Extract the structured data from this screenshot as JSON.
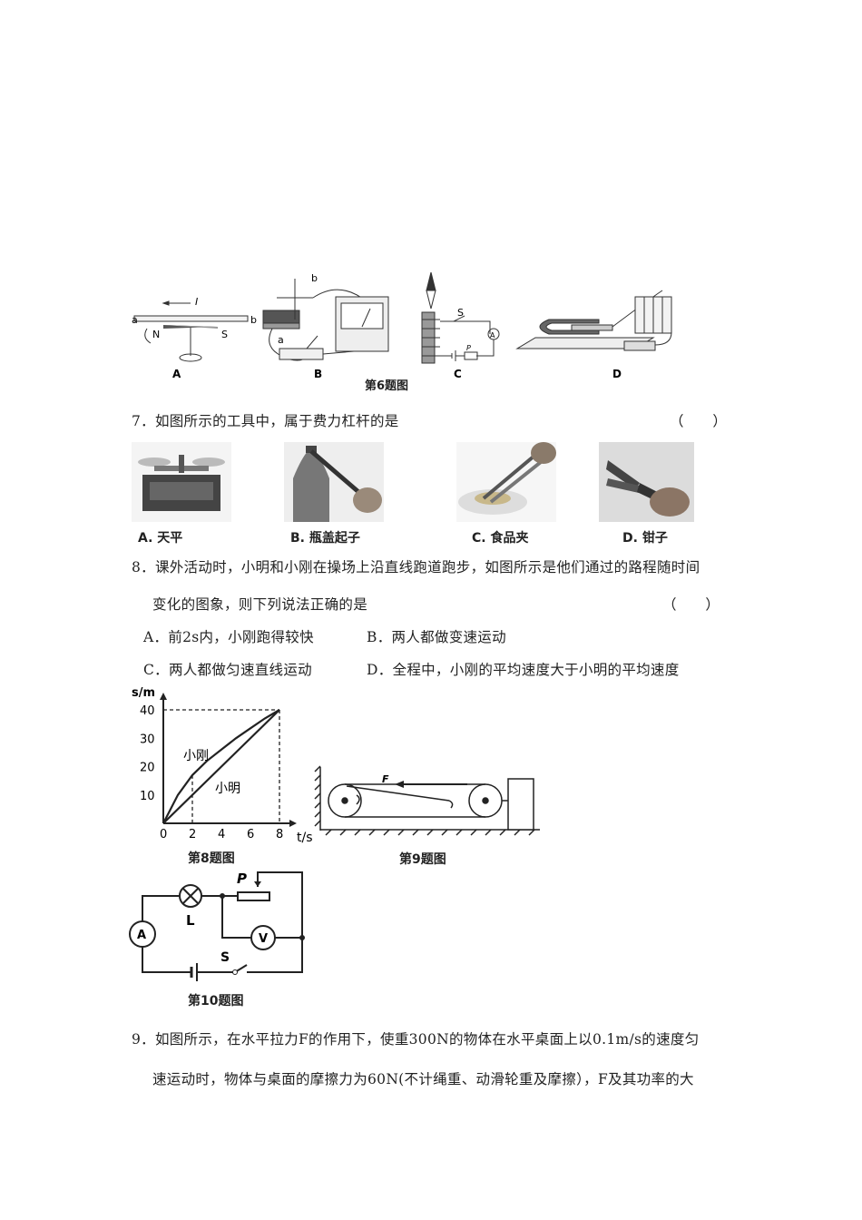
{
  "fig6": {
    "caption": "第6题图",
    "labels": [
      "A",
      "B",
      "C",
      "D"
    ],
    "a_marks": {
      "current": "I",
      "a": "a",
      "b": "b",
      "n": "N",
      "s": "S"
    },
    "b_marks": {
      "b": "b",
      "a": "a"
    },
    "c_marks": {
      "s": "S",
      "ammeter": "A",
      "p": "P"
    }
  },
  "q7": {
    "text": "7．如图所示的工具中，属于费力杠杆的是",
    "bracket": "（　　）",
    "options": [
      "A. 天平",
      "B. 瓶盖起子",
      "C. 食品夹",
      "D. 钳子"
    ]
  },
  "q8": {
    "line1": "8．课外活动时，小明和小刚在操场上沿直线跑道跑步，如图所示是他们通过的路程随时间",
    "line2": "变化的图象，则下列说法正确的是",
    "bracket": "（　　）",
    "optA": "A．前2s内，小刚跑得较快",
    "optB": "B．两人都做变速运动",
    "optC": "C．两人都做匀速直线运动",
    "optD": "D．全程中，小刚的平均速度大于小明的平均速度"
  },
  "chart_data": {
    "type": "line",
    "xlabel": "t/s",
    "ylabel": "s/m",
    "x_ticks": [
      "0",
      "2",
      "4",
      "6",
      "8"
    ],
    "y_ticks": [
      "10",
      "20",
      "30",
      "40"
    ],
    "xlim": [
      0,
      8
    ],
    "ylim": [
      0,
      40
    ],
    "series": [
      {
        "name": "小刚",
        "x": [
          0,
          1,
          2,
          3,
          4,
          5,
          6,
          7,
          8
        ],
        "y": [
          0,
          10,
          17,
          22,
          26,
          30,
          33.5,
          37,
          40
        ]
      },
      {
        "name": "小明",
        "x": [
          0,
          8
        ],
        "y": [
          0,
          40
        ]
      }
    ],
    "caption": "第8题图"
  },
  "fig9": {
    "force": "F",
    "caption": "第9题图"
  },
  "fig10": {
    "ammeter": "A",
    "lamp": "L",
    "voltmeter": "V",
    "switch": "S",
    "slider": "P",
    "caption": "第10题图"
  },
  "q9": {
    "line1": "9．如图所示，在水平拉力F的作用下，使重300N的物体在水平桌面上以0.1m/s的速度匀",
    "line2": "速运动时，物体与桌面的摩擦力为60N(不计绳重、动滑轮重及摩擦），F及其功率的大"
  }
}
